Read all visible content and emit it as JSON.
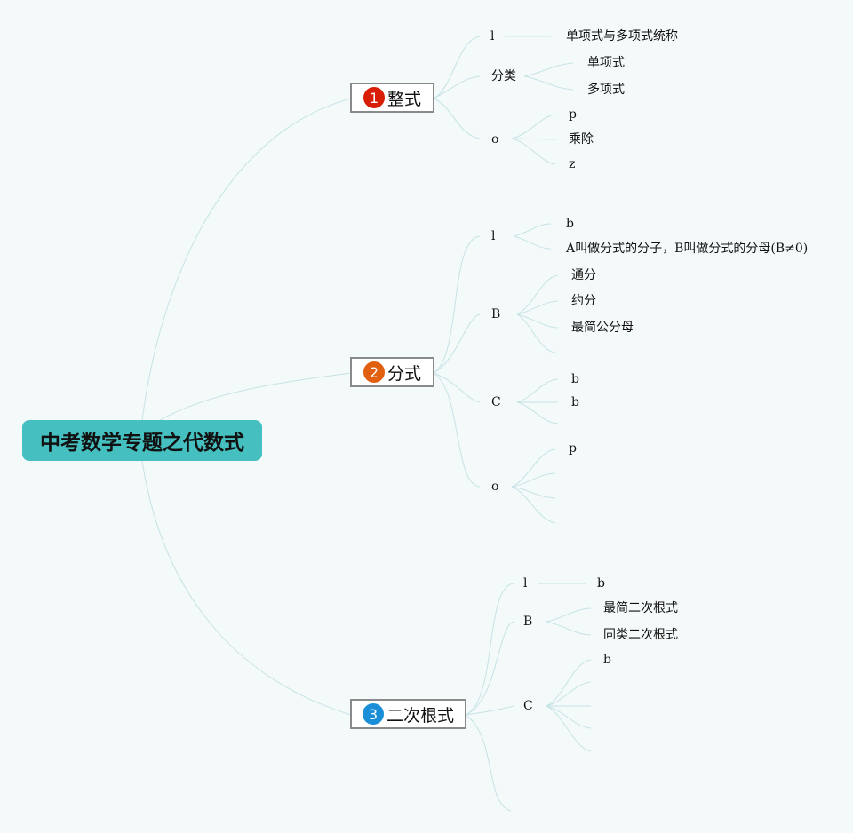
{
  "root": {
    "title": "中考数学专题之代数式"
  },
  "topics": [
    {
      "number": "1",
      "label": "整式",
      "badge_color": "#d81e06",
      "children": [
        {
          "label": "l",
          "children": [
            {
              "label": "单项式与多项式统称"
            }
          ]
        },
        {
          "label": "分类",
          "children": [
            {
              "label": "单项式"
            },
            {
              "label": "多项式"
            }
          ]
        },
        {
          "label": "o",
          "children": [
            {
              "label": "p"
            },
            {
              "label": "乘除"
            },
            {
              "label": "z"
            }
          ]
        }
      ]
    },
    {
      "number": "2",
      "label": "分式",
      "badge_color": "#e06010",
      "children": [
        {
          "label": "l",
          "children": [
            {
              "label": "b"
            },
            {
              "label": "A叫做分式的分子，B叫做分式的分母(B≠0)"
            }
          ]
        },
        {
          "label": "B",
          "children": [
            {
              "label": "通分"
            },
            {
              "label": "约分"
            },
            {
              "label": "最简公分母"
            },
            {
              "label": ""
            }
          ]
        },
        {
          "label": "C",
          "children": [
            {
              "label": "b"
            },
            {
              "label": "b"
            },
            {
              "label": ""
            }
          ]
        },
        {
          "label": "o",
          "children": [
            {
              "label": "p"
            },
            {
              "label": ""
            },
            {
              "label": ""
            },
            {
              "label": ""
            }
          ]
        }
      ]
    },
    {
      "number": "3",
      "label": "二次根式",
      "badge_color": "#1a8fd8",
      "children": [
        {
          "label": "l",
          "children": [
            {
              "label": "b"
            }
          ]
        },
        {
          "label": "B",
          "children": [
            {
              "label": "最简二次根式"
            },
            {
              "label": "同类二次根式"
            }
          ]
        },
        {
          "label": "C",
          "children": [
            {
              "label": "b"
            },
            {
              "label": ""
            },
            {
              "label": ""
            },
            {
              "label": ""
            },
            {
              "label": ""
            }
          ]
        },
        {
          "label": ""
        }
      ]
    }
  ],
  "colors": {
    "background": "#f4f9fa",
    "root_fill": "#45bfbf",
    "link": "#c6e3e6"
  }
}
